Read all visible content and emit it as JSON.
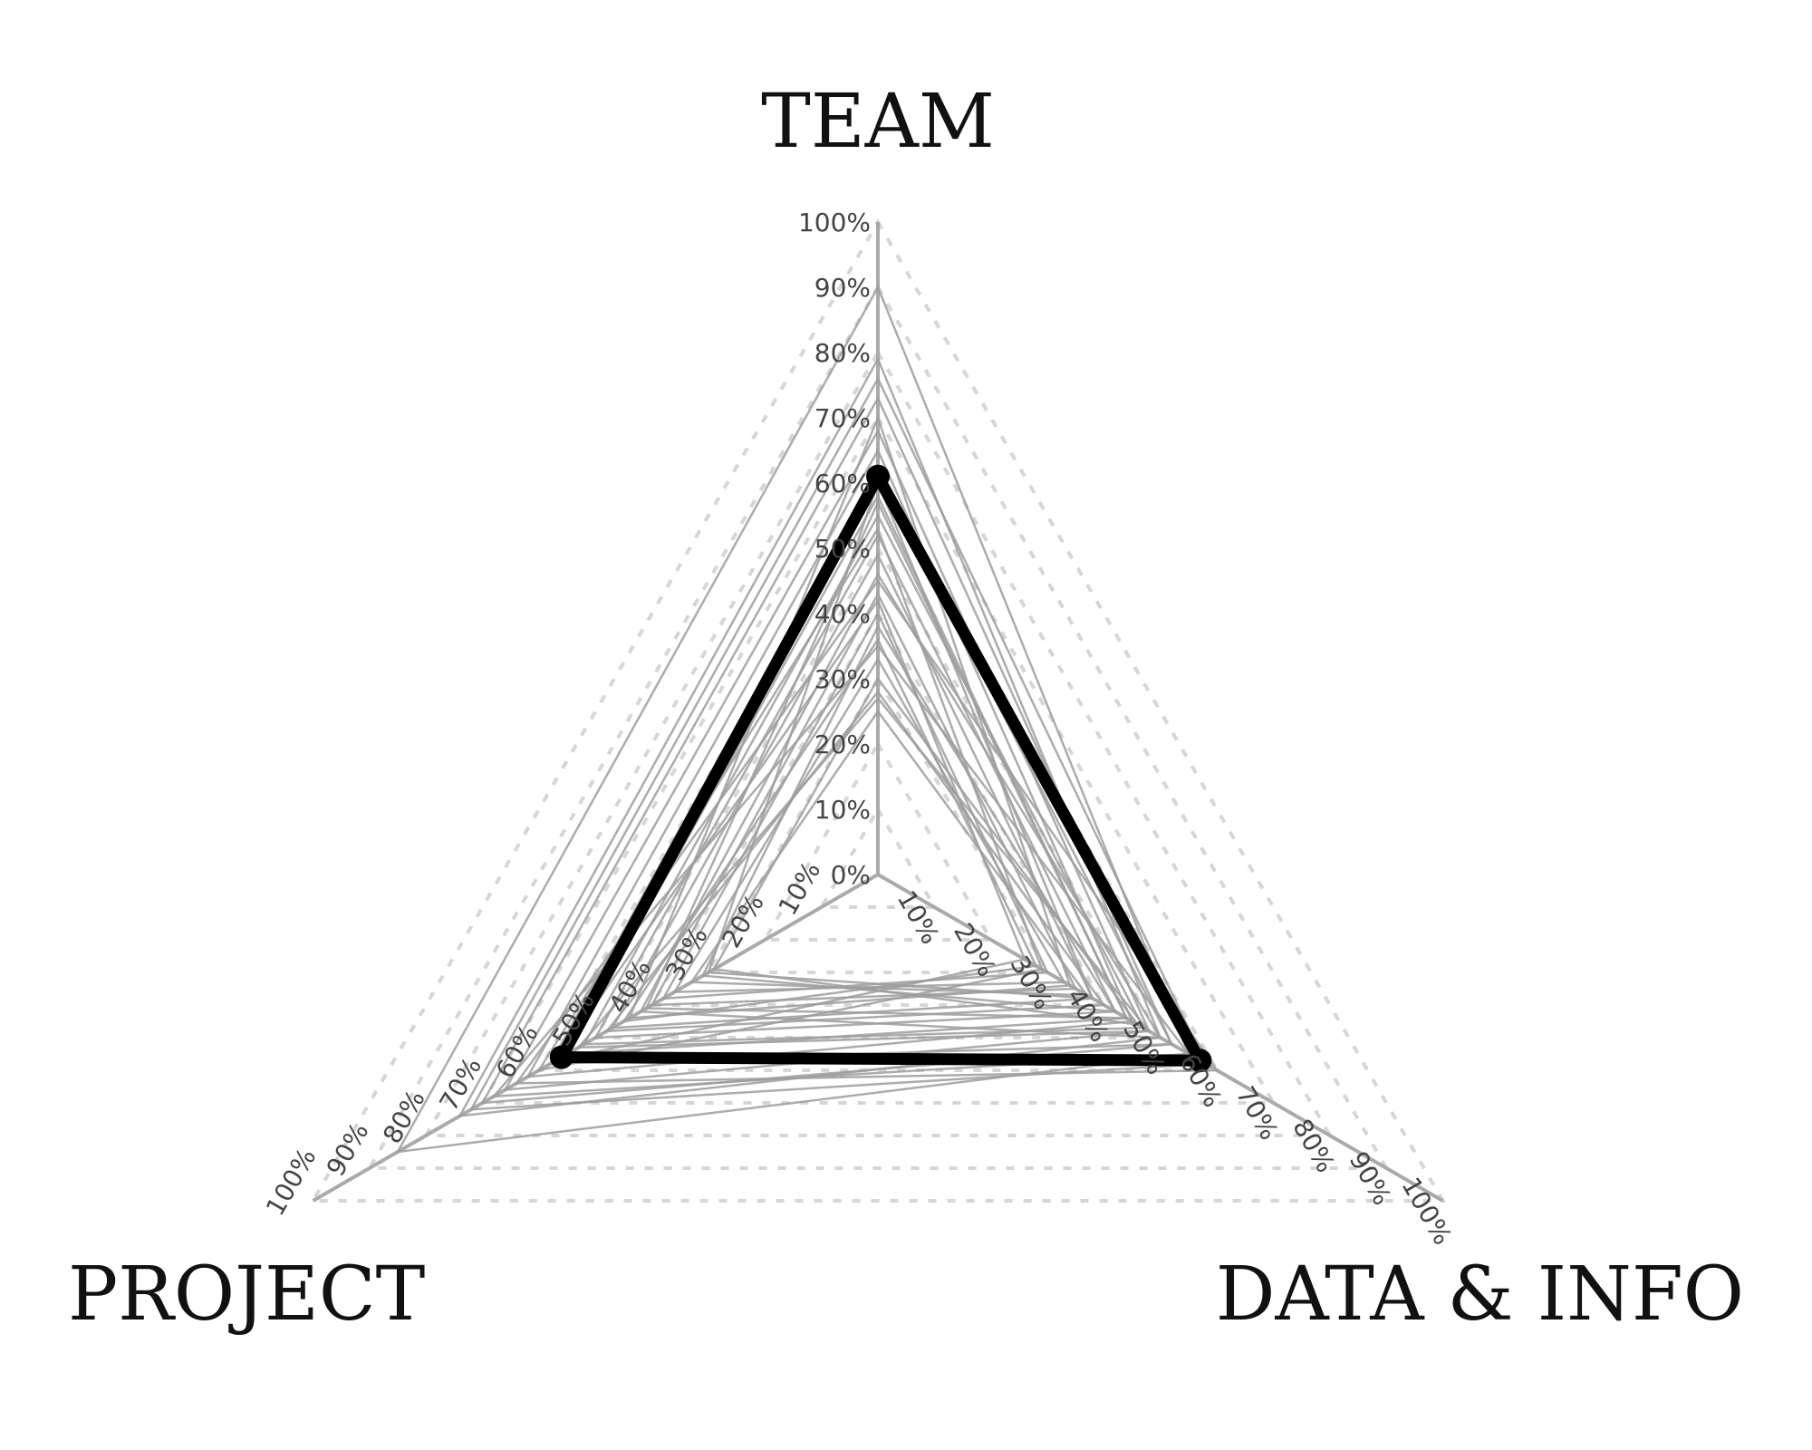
{
  "chart_data": {
    "type": "radar",
    "axes": [
      "TEAM",
      "DATA & INFO",
      "PROJECT"
    ],
    "range": [
      0,
      100
    ],
    "ticks": [
      "0%",
      "10%",
      "20%",
      "30%",
      "40%",
      "50%",
      "60%",
      "70%",
      "80%",
      "90%",
      "100%"
    ],
    "grid": true,
    "grid_style": "dashed",
    "highlight": {
      "values": [
        61,
        57,
        56
      ],
      "color": "#000000"
    },
    "background_series": [
      [
        90,
        55,
        85
      ],
      [
        79,
        50,
        74
      ],
      [
        73,
        52,
        70
      ],
      [
        68,
        48,
        66
      ],
      [
        65,
        45,
        62
      ],
      [
        62,
        52,
        58
      ],
      [
        58,
        44,
        55
      ],
      [
        55,
        47,
        52
      ],
      [
        52,
        42,
        50
      ],
      [
        49,
        38,
        47
      ],
      [
        46,
        50,
        42
      ],
      [
        43,
        35,
        40
      ],
      [
        40,
        30,
        38
      ],
      [
        38,
        42,
        31
      ],
      [
        36,
        28,
        45
      ],
      [
        33,
        33,
        36
      ],
      [
        30,
        46,
        29
      ],
      [
        28,
        40,
        48
      ],
      [
        25,
        37,
        33
      ],
      [
        53,
        29,
        60
      ],
      [
        45,
        60,
        64
      ],
      [
        70,
        34,
        44
      ],
      [
        35,
        55,
        68
      ],
      [
        60,
        38,
        30
      ],
      [
        57,
        44,
        41
      ],
      [
        42,
        26,
        57
      ],
      [
        27,
        48,
        53
      ],
      [
        76,
        58,
        72
      ]
    ],
    "background_color": "#9e9e9e"
  }
}
